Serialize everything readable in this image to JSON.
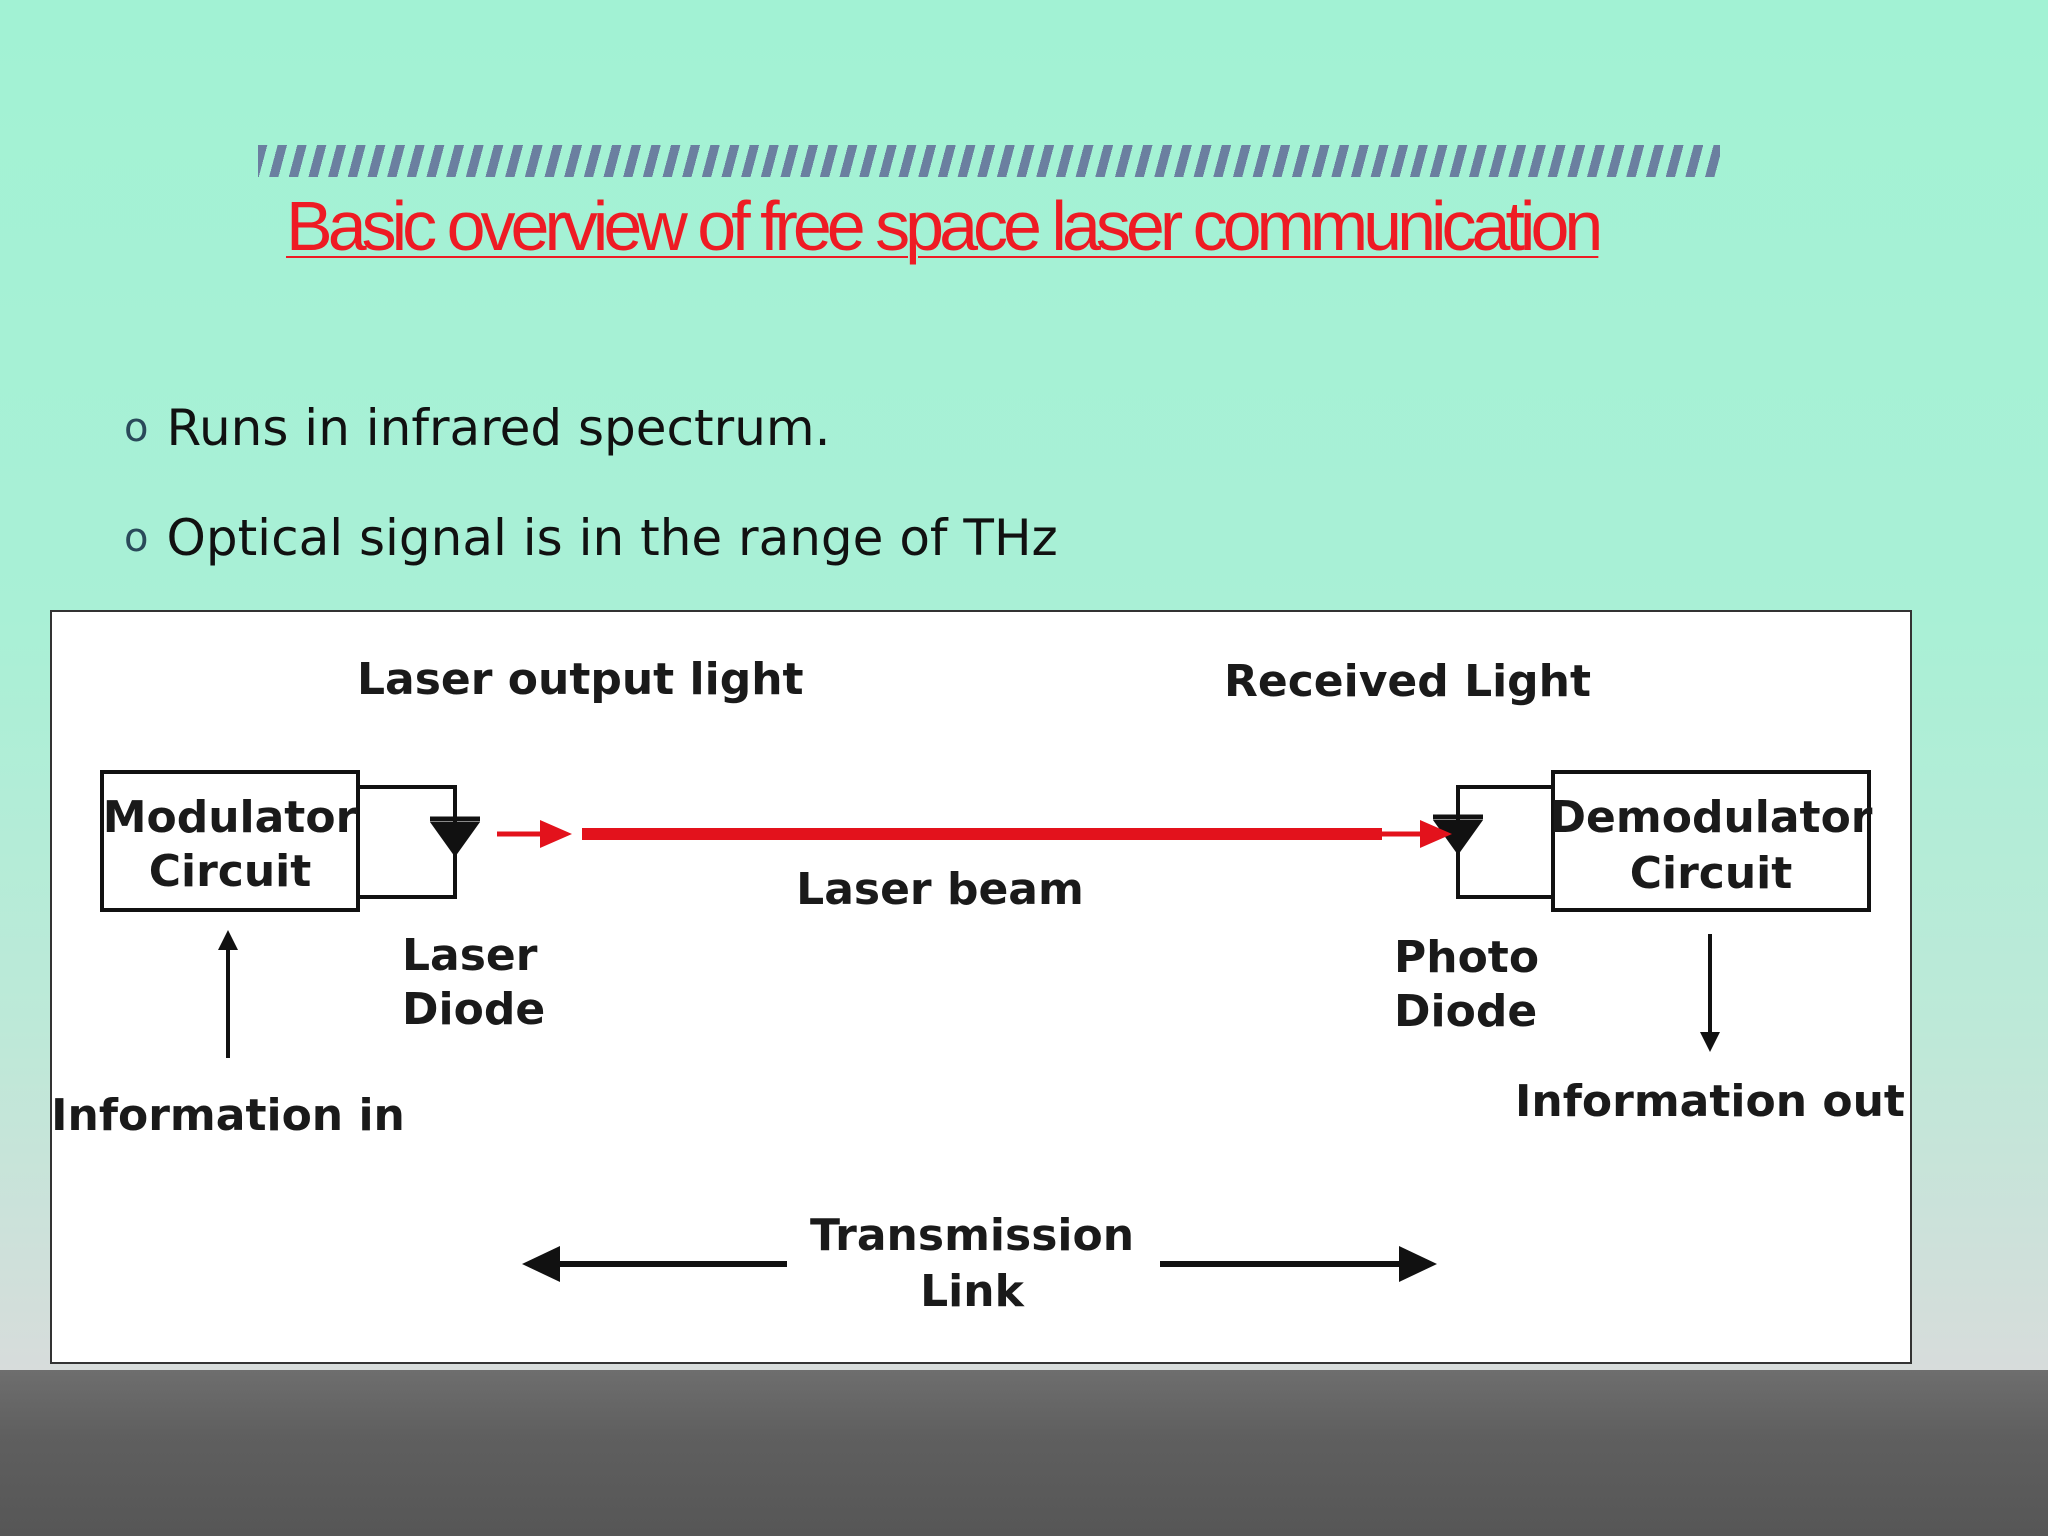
{
  "slide": {
    "title": "Basic overview of free space laser communication",
    "bullets": [
      "Runs in infrared spectrum.",
      "Optical signal is in the range of THz"
    ],
    "bullet_marker": "o"
  },
  "diagram": {
    "laser_output_light": "Laser output light",
    "received_light": "Received Light",
    "modulator": [
      "Modulator",
      "Circuit"
    ],
    "demodulator": [
      "Demodulator",
      "Circuit"
    ],
    "laser_beam": "Laser beam",
    "laser_diode": [
      "Laser",
      "Diode"
    ],
    "photo_diode": [
      "Photo",
      "Diode"
    ],
    "information_in": "Information in",
    "information_out": "Information out",
    "transmission_link": [
      "Transmission",
      "Link"
    ],
    "beam_color": "#e3121c"
  }
}
